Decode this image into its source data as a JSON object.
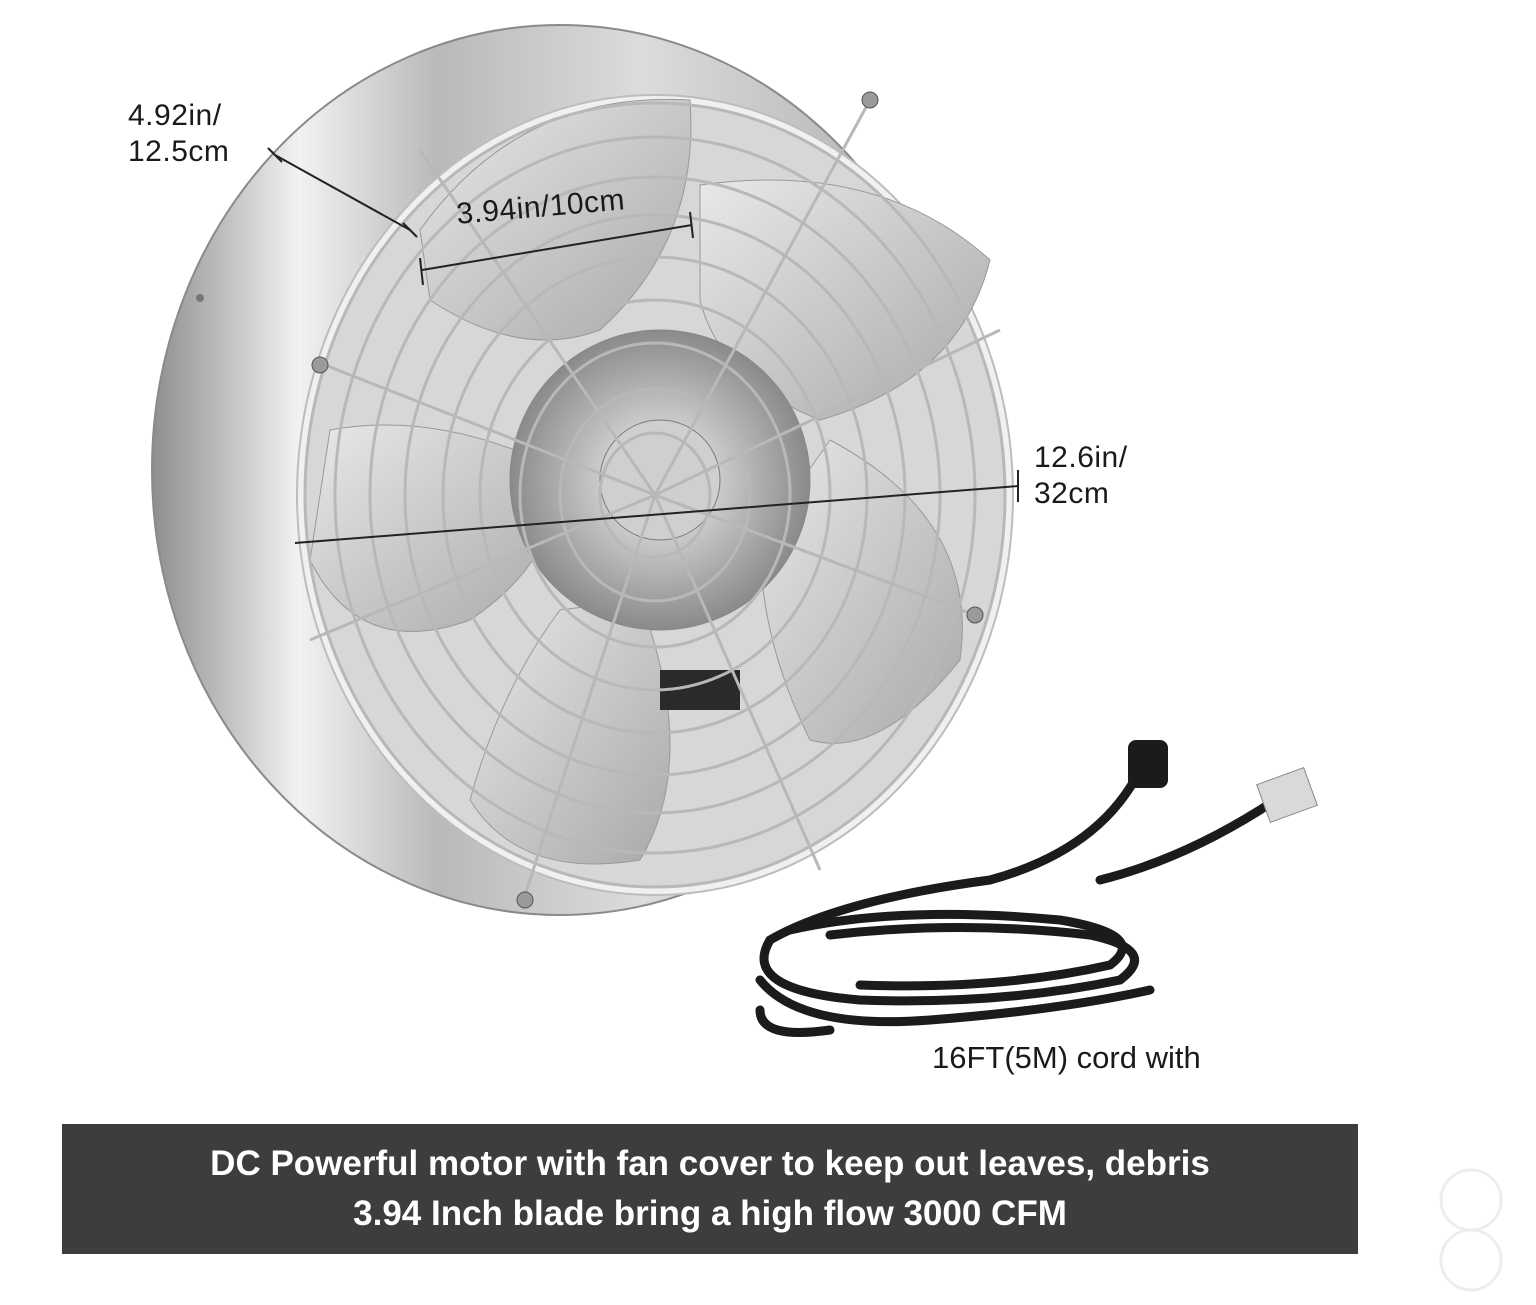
{
  "dimensions": {
    "depth": [
      "4.92in/",
      "12.5cm"
    ],
    "blade": "3.94in/10cm",
    "diameter": [
      "12.6in/",
      "32cm"
    ]
  },
  "cord_label": "16FT(5M) cord with",
  "banner": {
    "line1": "DC Powerful motor with fan cover to keep out leaves, debris",
    "line2": "3.94 Inch blade bring a high flow 3000 CFM"
  },
  "colors": {
    "banner_bg": "#3d3d3d",
    "metal_light": "#e6e6e6",
    "metal_dark": "#9a9a9a",
    "cord": "#1b1b1b"
  },
  "icons": [
    "fan-product-image",
    "power-cord-image",
    "watermark-logo"
  ]
}
